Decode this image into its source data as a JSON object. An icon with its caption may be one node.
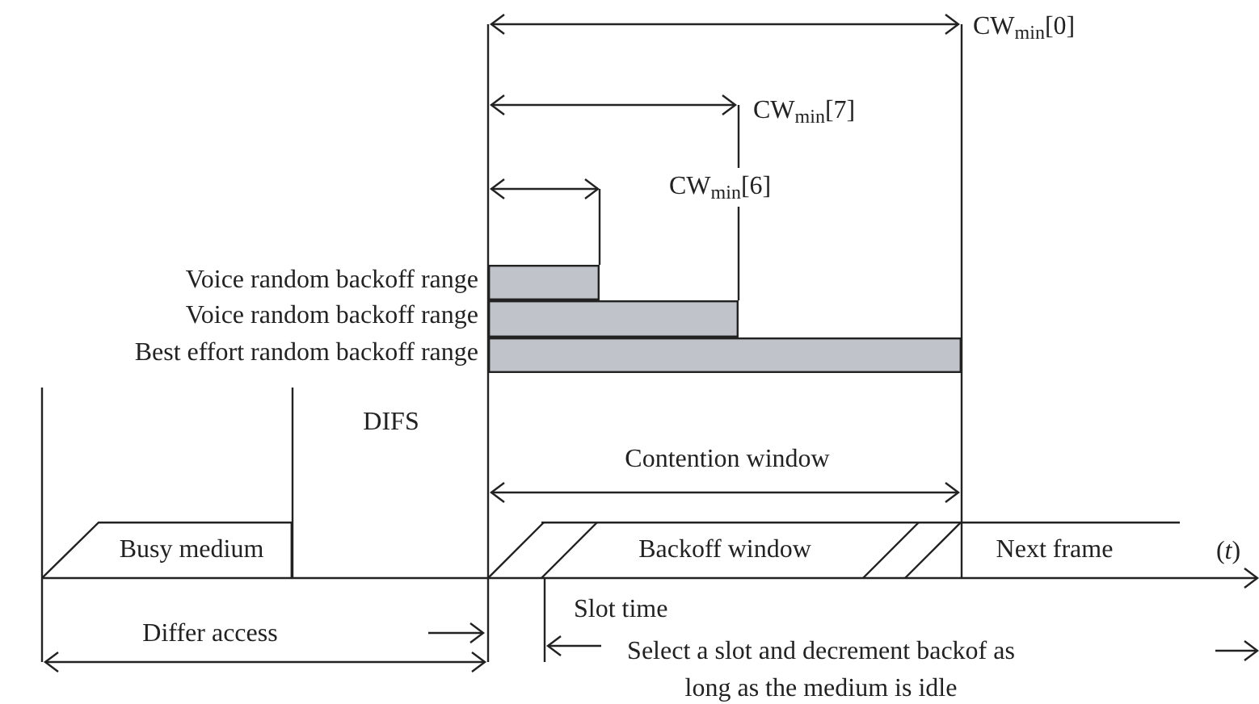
{
  "diagram": {
    "nodes": [
      {
        "text": [
          "Voice random backoff range"
        ]
      },
      {
        "text": [
          "Voice random backoff range"
        ]
      },
      {
        "text": [
          "Best effort random backoff range"
        ]
      },
      {
        "text": [
          "Busy medium"
        ]
      },
      {
        "text": [
          "Backoff window"
        ]
      },
      {
        "text": [
          "Next frame"
        ]
      }
    ],
    "labels": [
      "CW$_{min}$[0]",
      "CW$_{min}$[7]",
      "CW$_{min}$[6]",
      "DIFS",
      "Contention window",
      "(*t*)",
      "Differ access",
      "Slot time",
      "Select a slot and decrement backof as long as the medium is idle"
    ]
  }
}
